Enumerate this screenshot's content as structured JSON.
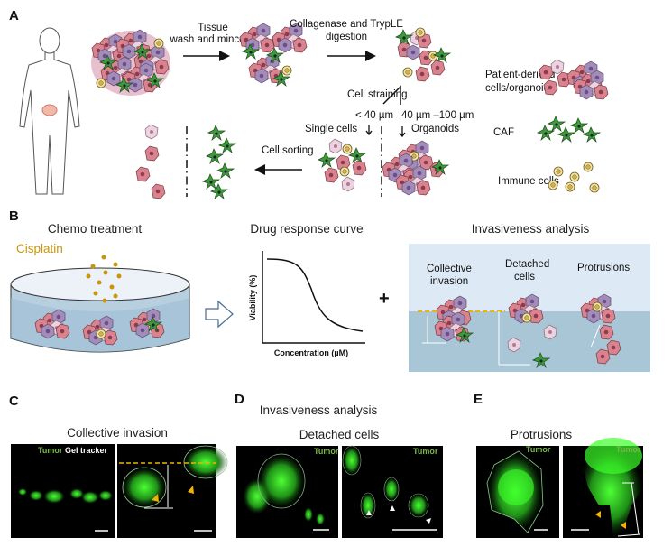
{
  "panel_a": {
    "label": "A",
    "step_mince": [
      "Tissue",
      "wash and mince"
    ],
    "step_digest": [
      "Collagenase and TrypLE",
      "digestion"
    ],
    "straining": "Cell straining",
    "small_size": "< 40 µm",
    "large_size": "40 µm –100 µm",
    "single_cells": "Single cells",
    "organoids": "Organoids",
    "cell_sorting": "Cell sorting",
    "legend": {
      "patient_derived": [
        "Patient-derived",
        "cells/organoids"
      ],
      "caf": "CAF",
      "immune": "Immune cells"
    }
  },
  "panel_b": {
    "label": "B",
    "chemo_title": "Chemo treatment",
    "drug": "Cisplatin",
    "curve_title": "Drug response curve",
    "curve_ylabel": "Viability (%)",
    "curve_xlabel": "Concentration (µM)",
    "plus": "+",
    "invasion_title": "Invasiveness analysis",
    "invasion_labels": {
      "collective": [
        "Collective",
        "invasion"
      ],
      "detached": [
        "Detached",
        "cells"
      ],
      "protrusions": "Protrusions"
    }
  },
  "panel_c": {
    "label": "C",
    "title": "Collective invasion",
    "channel_tumor": "Tumor",
    "channel_gel": "Gel tracker"
  },
  "panel_d": {
    "label": "D",
    "super_title": "Invasiveness analysis",
    "title": "Detached cells",
    "channel_tumor": "Tumor"
  },
  "panel_e": {
    "label": "E",
    "title": "Protrusions",
    "channel_tumor": "Tumor"
  },
  "colors": {
    "tumor_cell": "#d9838f",
    "tumor_purple": "#a38cb8",
    "caf_green": "#3f9a3a",
    "immune_yellow": "#e8d48a",
    "cisplatin": "#c8960c",
    "fluor_green": "#39d12a",
    "arrowhead_orange": "#f0b400"
  }
}
